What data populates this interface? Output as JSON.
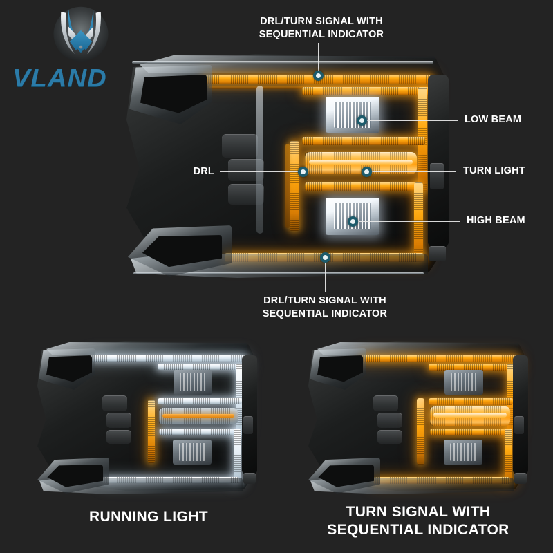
{
  "brand": {
    "name": "VLAND",
    "logo_color": "#2b7ba8",
    "emblem_silver": "#c9ced2"
  },
  "background_color": "#232323",
  "accent_marker_color": "#1d5b6b",
  "leader_line_color": "#e9e9e9",
  "main_diagram": {
    "callouts": [
      {
        "id": "drl-turn-top",
        "text": "DRL/TURN SIGNAL WITH\nSEQUENTIAL INDICATOR",
        "position": "top-center"
      },
      {
        "id": "low-beam",
        "text": "LOW BEAM",
        "position": "right"
      },
      {
        "id": "drl",
        "text": "DRL",
        "position": "left"
      },
      {
        "id": "turn-light",
        "text": "TURN LIGHT",
        "position": "right"
      },
      {
        "id": "high-beam",
        "text": "HIGH BEAM",
        "position": "right"
      },
      {
        "id": "drl-turn-bottom",
        "text": "DRL/TURN SIGNAL WITH\nSEQUENTIAL INDICATOR",
        "position": "bottom-center"
      }
    ]
  },
  "modes": [
    {
      "id": "running-light",
      "caption": "RUNNING LIGHT",
      "led_color": "#ffffff"
    },
    {
      "id": "turn-signal-sequential",
      "caption": "TURN SIGNAL WITH\nSEQUENTIAL INDICATOR",
      "led_color": "#ffaa10"
    }
  ]
}
